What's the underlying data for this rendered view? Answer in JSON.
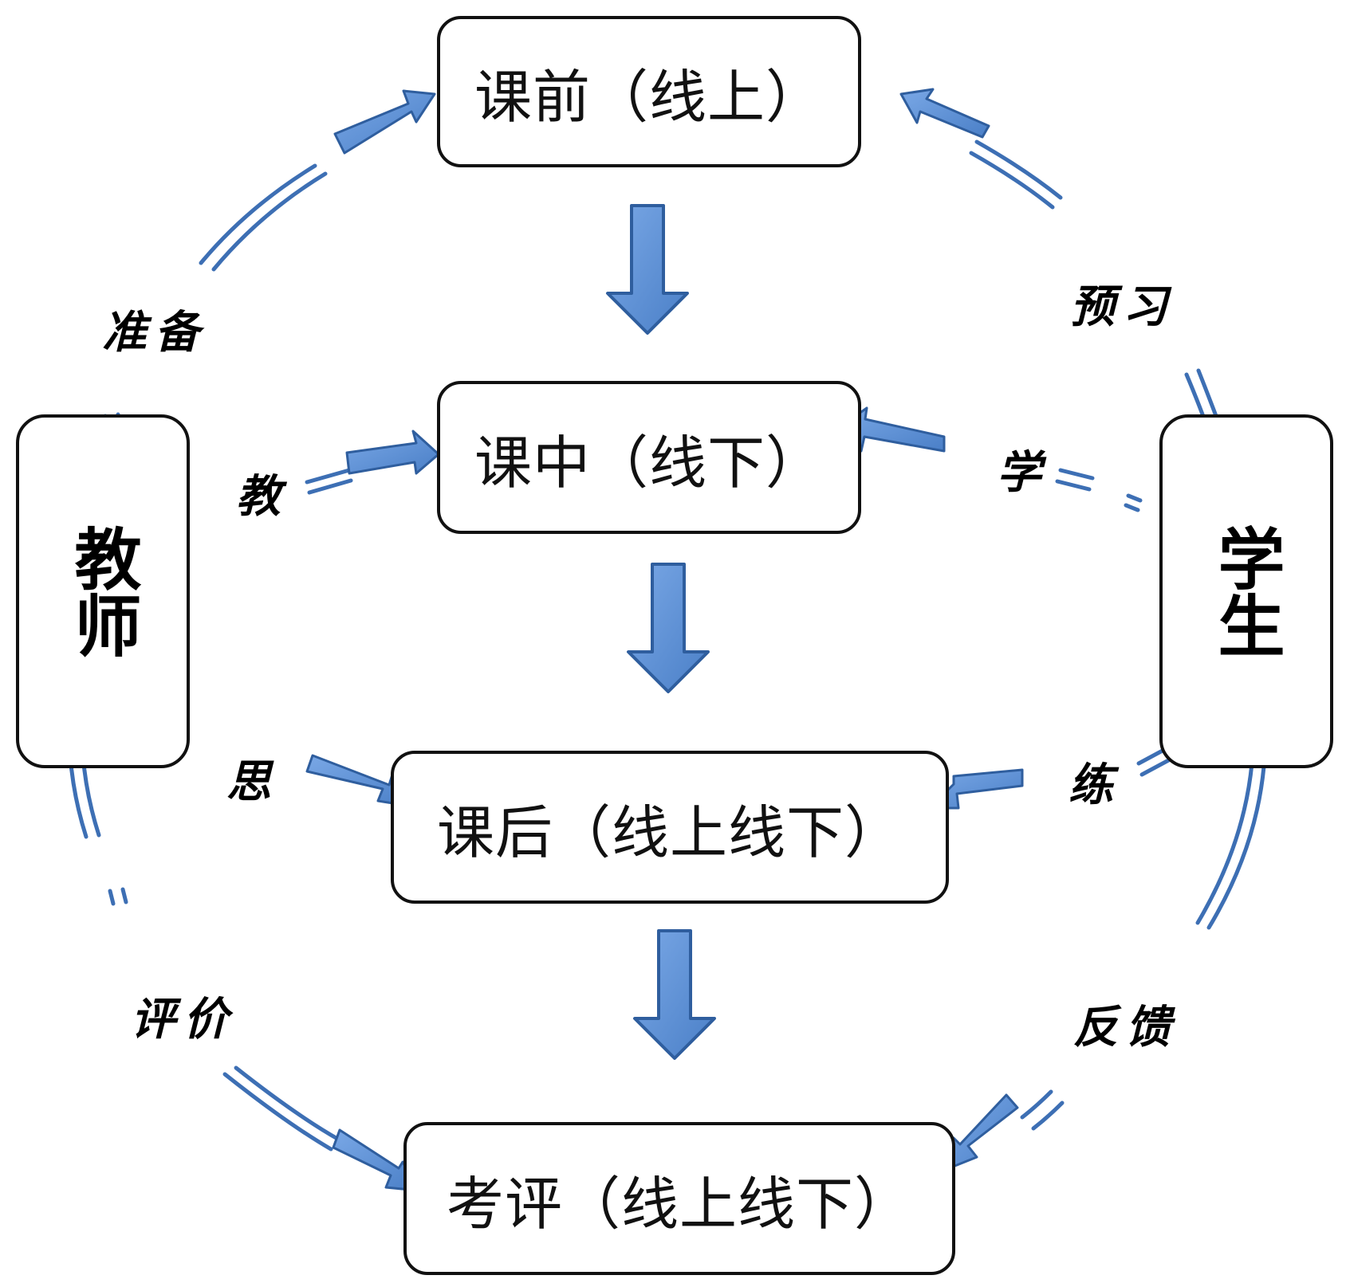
{
  "stages": {
    "pre_class": "课前（线上）",
    "in_class": "课中（线下）",
    "post_class": "课后（线上线下）",
    "assessment": "考评（线上线下）"
  },
  "roles": {
    "teacher": "教师",
    "student": "学生"
  },
  "teacher_actions": {
    "prepare": "准备",
    "teach": "教",
    "reflect": "思",
    "evaluate": "评价"
  },
  "student_actions": {
    "preview": "预习",
    "learn": "学",
    "practice": "练",
    "feedback": "反馈"
  },
  "colors": {
    "arrow_fill": "#5b8fd6",
    "arrow_stroke": "#2f5e9e",
    "loop_line": "#3d6fb4",
    "box_border": "#111111"
  }
}
